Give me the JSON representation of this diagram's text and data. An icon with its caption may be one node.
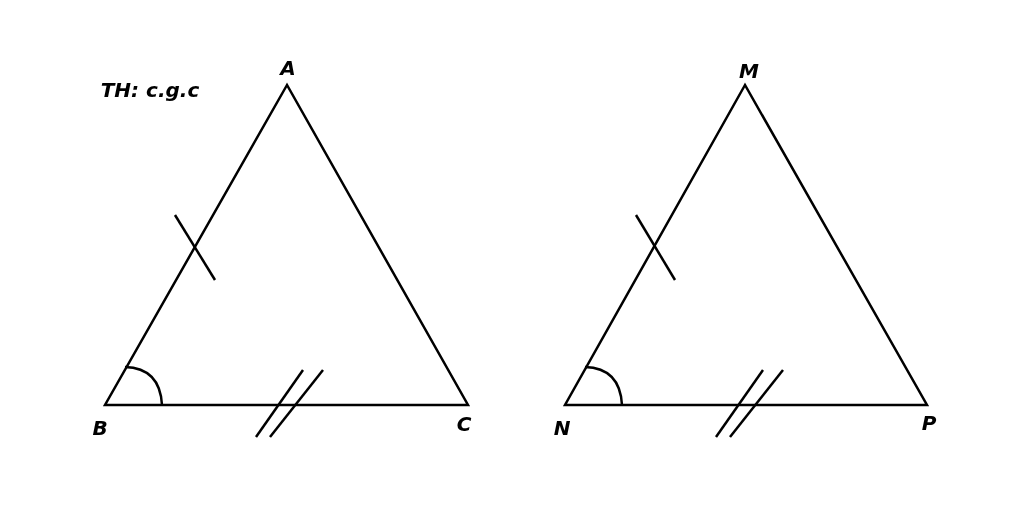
{
  "diagram": {
    "labels": [
      "A",
      "M",
      "TH: c.g.c",
      "B",
      "C",
      "N",
      "P"
    ]
  }
}
